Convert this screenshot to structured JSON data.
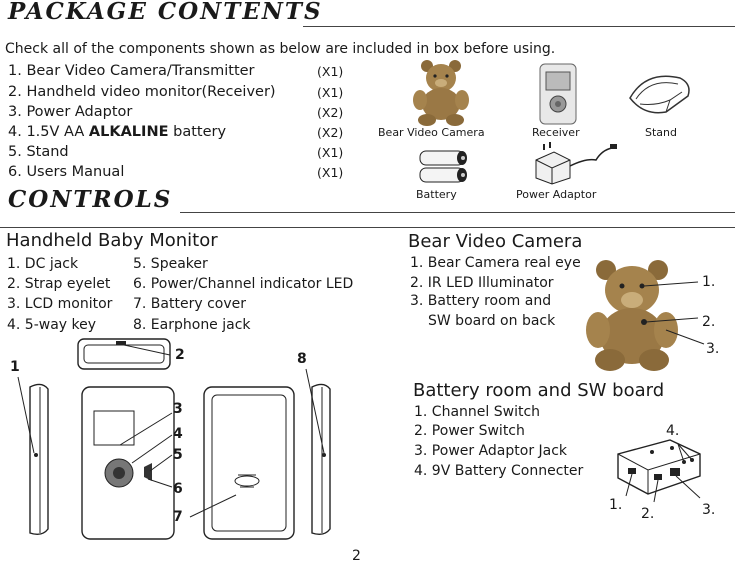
{
  "package_contents": {
    "title": "PACKAGE CONTENTS",
    "intro": "Check all of the components shown as below are included in box before using.",
    "items": [
      {
        "label": "1. Bear Video Camera/Transmitter",
        "qty": "(X1)"
      },
      {
        "label": "2. Handheld video monitor(Receiver)",
        "qty": "(X1)"
      },
      {
        "label": "3. Power Adaptor",
        "qty": "(X2)"
      },
      {
        "prefix": "4. 1.5V AA ",
        "strong": "ALKALINE",
        "suffix": " battery",
        "qty": "(X2)"
      },
      {
        "label": "5. Stand",
        "qty": "(X1)"
      },
      {
        "label": "6. Users Manual",
        "qty": "(X1)"
      }
    ],
    "captions": {
      "camera": "Bear Video Camera",
      "receiver": "Receiver",
      "stand": "Stand",
      "battery": "Battery",
      "adaptor": "Power Adaptor"
    }
  },
  "controls": {
    "title": "CONTROLS",
    "handheld": {
      "title": "Handheld Baby Monitor",
      "left_items": [
        "1. DC jack",
        "2. Strap eyelet",
        "3. LCD monitor",
        "4. 5-way key"
      ],
      "right_items": [
        "5. Speaker",
        "6. Power/Channel indicator LED",
        "7. Battery cover",
        "8. Earphone jack"
      ],
      "diagram_labels": [
        "1",
        "2",
        "3",
        "4",
        "5",
        "6",
        "7",
        "8"
      ]
    },
    "bear_camera": {
      "title": "Bear Video Camera",
      "items": [
        "1. Bear Camera real eye",
        "2. IR LED Illuminator",
        "3. Battery room and",
        "SW board on back"
      ],
      "callouts": [
        "1.",
        "2.",
        "3."
      ]
    },
    "battery_room": {
      "title": "Battery room and SW board",
      "items": [
        "1. Channel Switch",
        "2. Power Switch",
        "3. Power Adaptor Jack",
        "4. 9V Battery Connecter"
      ],
      "callouts": [
        "1.",
        "2.",
        "3.",
        "4."
      ]
    }
  },
  "page_number": "2"
}
